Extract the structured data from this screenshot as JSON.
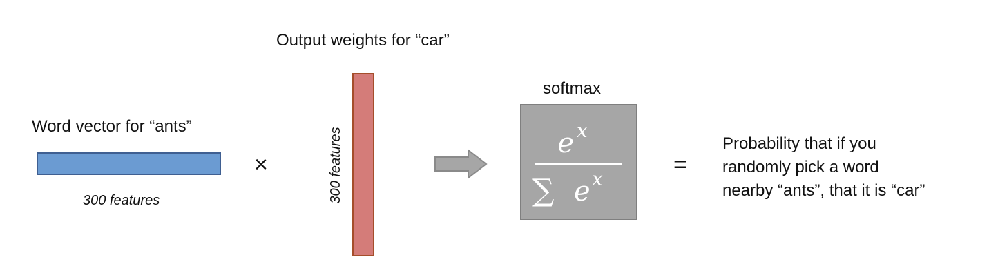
{
  "word_vector": {
    "label": "Word vector for “ants”",
    "features_label": "300 features",
    "color": "#6b9bd2"
  },
  "operator_multiply": "×",
  "output_weights": {
    "label": "Output weights for “car”",
    "features_label": "300 features",
    "color": "#d47c79"
  },
  "arrow": {
    "icon": "right-arrow-icon",
    "color": "#a6a6a6"
  },
  "softmax": {
    "label": "softmax",
    "numerator_base": "e",
    "numerator_exponent": "x",
    "denominator_sum": "∑",
    "denominator_base": "e",
    "denominator_exponent": "x",
    "box_color": "#a6a6a6",
    "formula_color": "#ffffff"
  },
  "operator_equals": "=",
  "result": {
    "lines": [
      "Probability that if you",
      "randomly pick a word",
      "nearby “ants”, that it is “car”"
    ]
  }
}
